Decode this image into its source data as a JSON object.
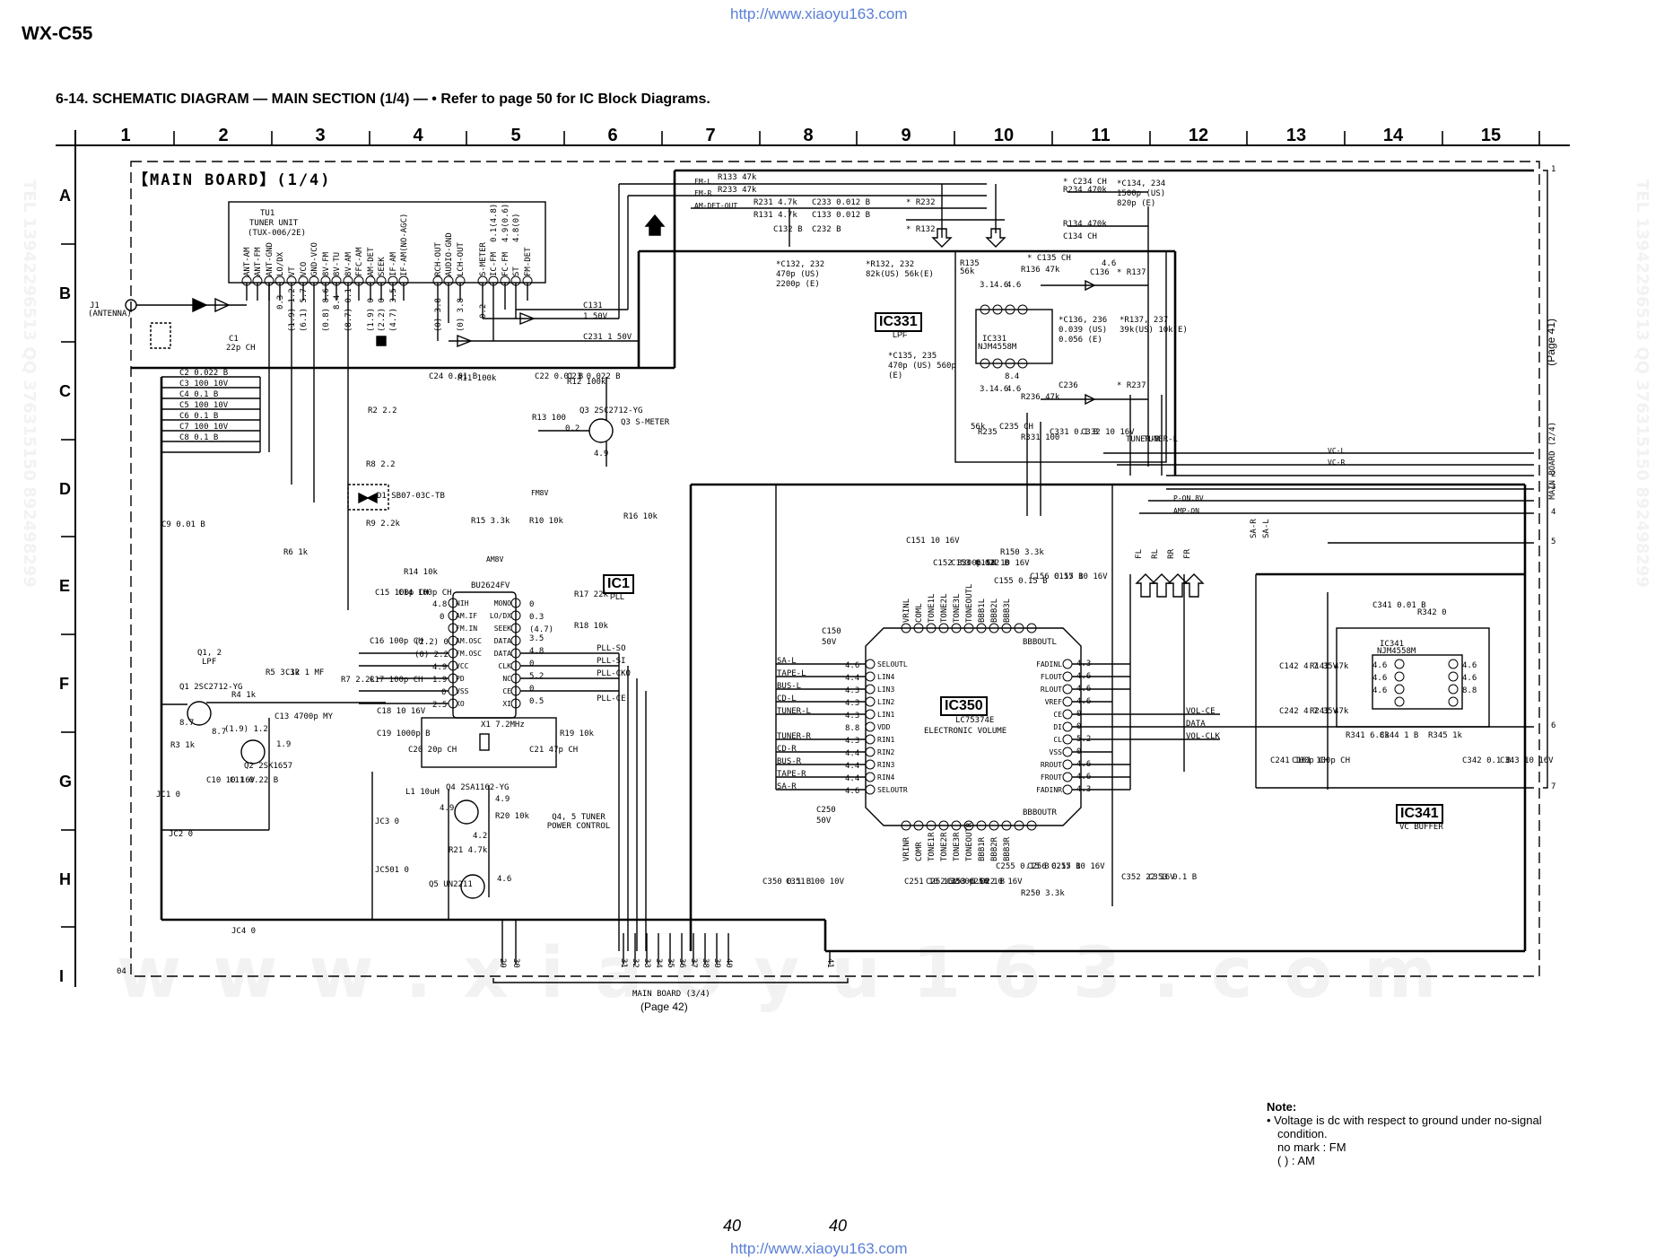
{
  "header": {
    "url_top": "http://www.xiaoyu163.com",
    "model": "WX-C55",
    "title": "6-14. SCHEMATIC DIAGRAM — MAIN SECTION (1/4) —  • Refer to page 50 for IC Block Diagrams."
  },
  "grid": {
    "columns": [
      "1",
      "2",
      "3",
      "4",
      "5",
      "6",
      "7",
      "8",
      "9",
      "10",
      "11",
      "12",
      "13",
      "14",
      "15"
    ],
    "rows": [
      "A",
      "B",
      "C",
      "D",
      "E",
      "F",
      "G",
      "H",
      "I"
    ]
  },
  "board": {
    "name": "【MAIN BOARD】(1/4)",
    "tuner_label_1": "TU1",
    "tuner_label_2": "TUNER UNIT",
    "tuner_label_3": "(TUX-006/2E)",
    "tuner_pins": [
      "ANT-AM",
      "ANT-FM",
      "ANT-GND",
      "LO/DX",
      "VT",
      "VCO",
      "GND-VCO",
      "8V-FM",
      "8V-TU",
      "8V-AM",
      "FFC-AM",
      "AM-DET",
      "SEEK",
      "IF-AM",
      "IF-AM(NO-AGC)",
      "RCH-OUT",
      "AUDIO-GND",
      "LCH-OUT",
      "S-METER",
      "IC-FM",
      "FC-FM",
      "ST",
      "FM-DET"
    ],
    "antenna": "J1 (ANTENNA)",
    "ic1": "IC1",
    "ic1_func": "PLL",
    "ic1_part": "BU2624FV",
    "ic1_left_pins": [
      "NIH",
      "AM.IF",
      "FM.IN",
      "AM.OSC",
      "FM.OSC",
      "VCC",
      "PD",
      "VSS",
      "XO"
    ],
    "ic1_right_pins": [
      "MONO",
      "LO/DX",
      "SEEK",
      "DATA",
      "DATA",
      "CLK",
      "NC",
      "CE",
      "XI"
    ],
    "ic331": "IC331",
    "ic331_func": "LPF",
    "ic331_part": "NJM4558M",
    "ic350": "IC350",
    "ic350_part": "LC75374E",
    "ic350_func": "ELECTRONIC VOLUME",
    "ic350_left_pins": [
      "SELOUTL",
      "LIN4",
      "LIN3",
      "LIN2",
      "LIN1",
      "VDD",
      "RIN1",
      "RIN2",
      "RIN3",
      "RIN4",
      "SELOUTR"
    ],
    "ic350_right_pins": [
      "FADINL",
      "FLOUT",
      "RLOUT",
      "VREF",
      "CE",
      "DI",
      "CL",
      "VSS",
      "RROUT",
      "FROUT",
      "FADINR"
    ],
    "ic341": "IC341",
    "ic341_func": "VC BUFFER",
    "ic341_part": "NJM4558M",
    "crystal": "X1 7.2MHz",
    "q3": "Q3 S-METER",
    "q45": "Q4, 5 TUNER POWER CONTROL",
    "q12": "Q1, 2 LPF",
    "main_board_34": "MAIN BOARD (3/4)",
    "page_42": "(Page 42)",
    "main_board_24": "MAIN BOARD (2/4)",
    "page_41": "(Page 41)",
    "left_inputs": [
      "SA-L",
      "TAPE-L",
      "BUS-L",
      "CD-L",
      "TUNER-L",
      "TUNER-R",
      "CD-R",
      "BUS-R",
      "TAPE-R",
      "SA-R"
    ],
    "right_signals": [
      "VOL-CE",
      "DATA",
      "VOL-CLK"
    ],
    "bus_signals": [
      "FM-L",
      "FM-R",
      "AM-DET-OUT",
      "VC-L",
      "VC-R",
      "P-ON.8V",
      "AMP-ON",
      "FM8V",
      "AM8V"
    ],
    "pll_signals": [
      "PLL-SO",
      "PLL-SI",
      "PLL-CKO",
      "PLL-CE"
    ],
    "output_pins": [
      "FL",
      "RL",
      "RR",
      "FR"
    ],
    "connector_nums_bottom": [
      "29",
      "30",
      "31",
      "32",
      "33",
      "34",
      "35",
      "36",
      "37",
      "38",
      "39",
      "40",
      "41"
    ],
    "connector_nums_right": [
      "1",
      "2",
      "3",
      "4",
      "5",
      "6",
      "7"
    ]
  },
  "component_notes": [
    "*C132, 232  470p (US)  2200p (E)",
    "*R132, 232  82k(US)  56k(E)",
    "*C134, 234  1500p (US)  820p (E)",
    "*C135, 235  470p (US)  560p (E)",
    "*C136, 236  0.039 (US)  0.056 (E)",
    "*R137, 237  39k(US)  10k(E)"
  ],
  "note": {
    "heading": "Note:",
    "line1": "• Voltage is dc with respect to ground under no-signal",
    "line2": "condition.",
    "line3": "no mark  : FM",
    "line4": "(         ) : AM"
  },
  "footer": {
    "page_left": "40",
    "page_right": "40",
    "url_bottom": "http://www.xiaoyu163.com"
  },
  "watermark": {
    "big": "w w w . x i a o y u 1 6 3 . c o m",
    "side_left": "TEL 13942296513  QQ 376315150  892498299",
    "side_right": "TEL 13942296513  QQ 376315150  892498299"
  }
}
